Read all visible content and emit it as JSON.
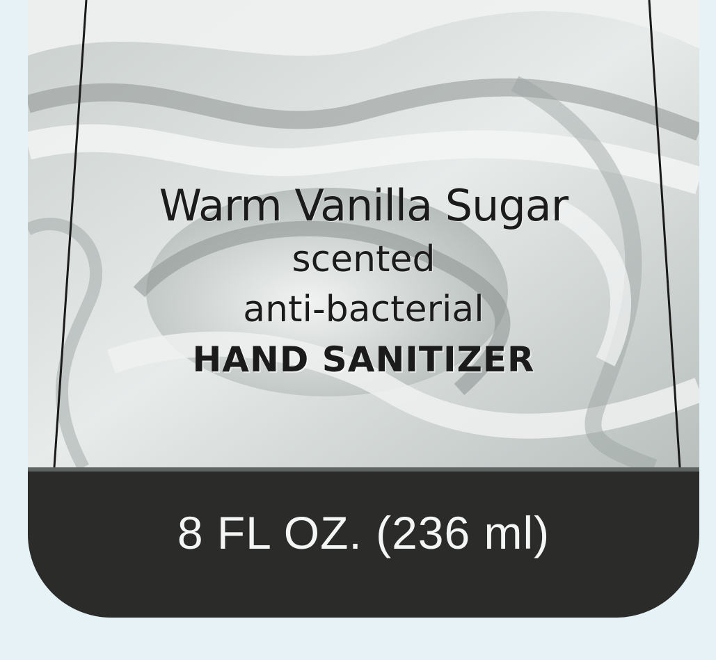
{
  "label": {
    "product_name": "Warm Vanilla Sugar",
    "scent_line": "scented",
    "type_line": "anti-bacterial",
    "product_type": "HAND SANITIZER",
    "volume": "8 FL OZ. (236 ml)"
  },
  "colors": {
    "background": "#e6f2f5",
    "label_band": "#2b2b2a",
    "swirl_light": "#ecefee",
    "swirl_dark": "#8f9694",
    "text_dark": "#1b1b1b",
    "text_light": "#f3f6f5"
  }
}
